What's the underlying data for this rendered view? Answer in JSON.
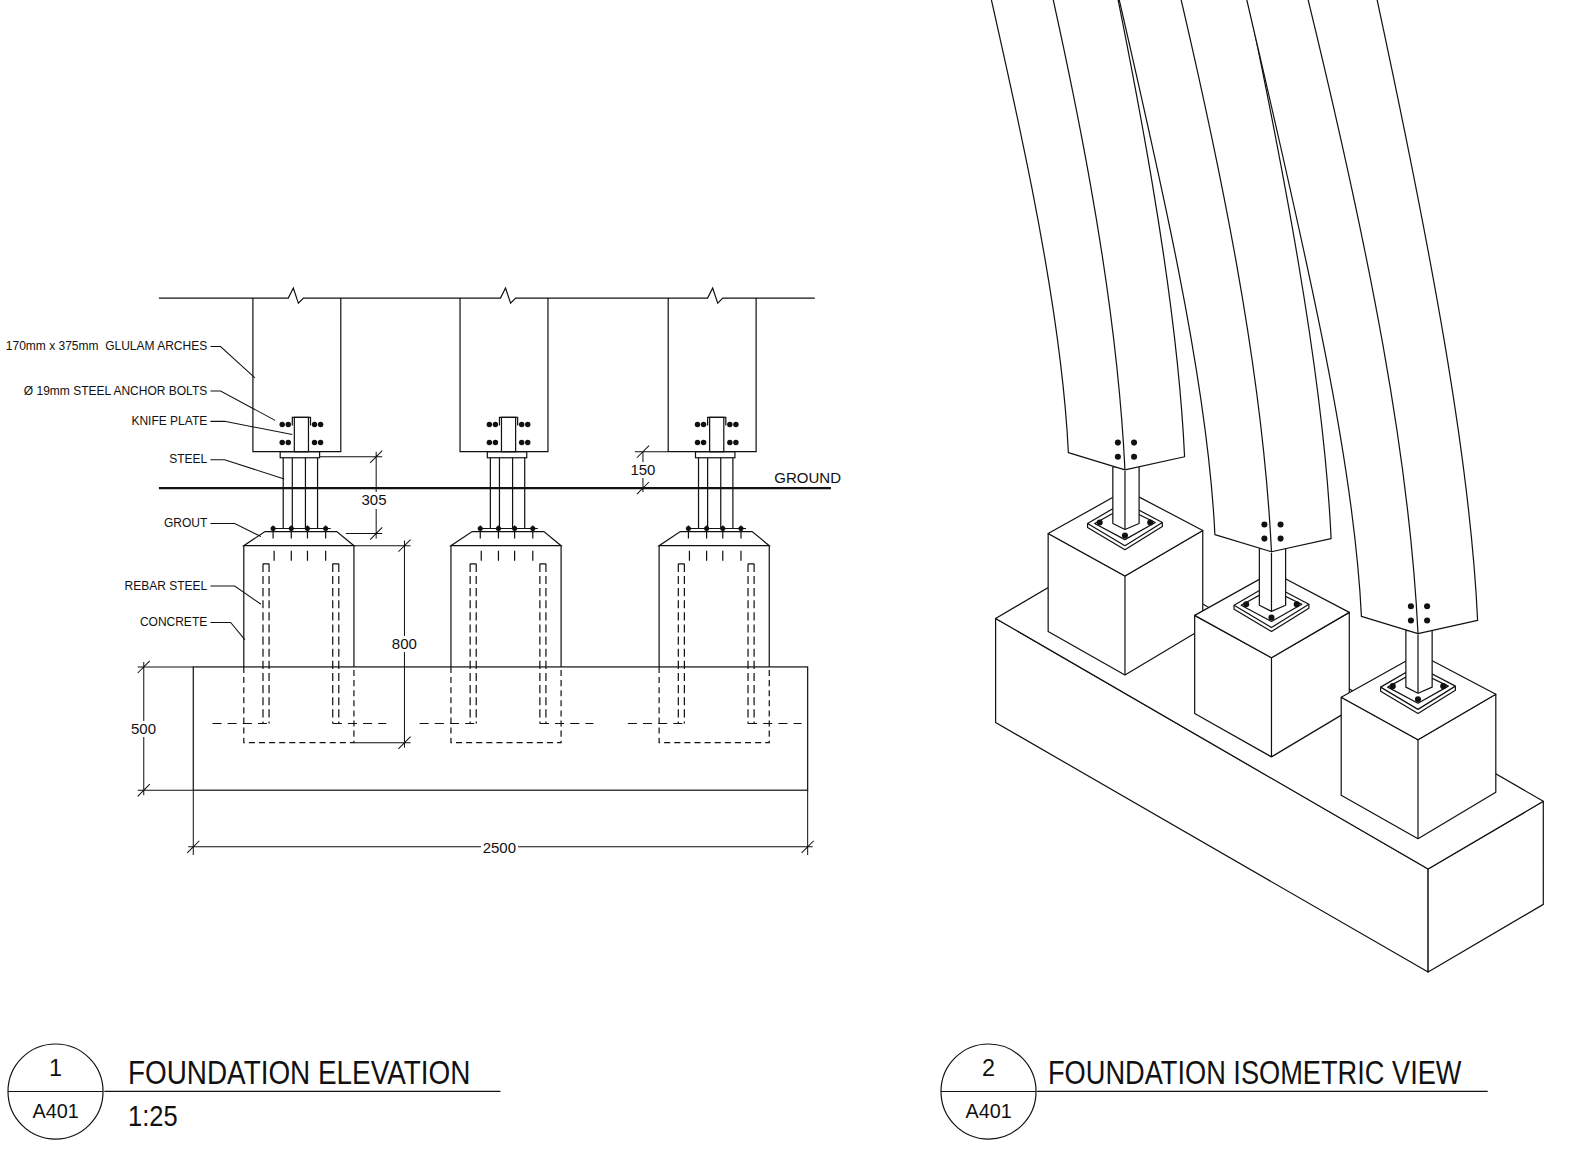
{
  "diagram": {
    "nodes": [
      {
        "text": [
          "1",
          "A401"
        ]
      },
      {
        "text": [
          "2",
          "A401"
        ]
      }
    ],
    "labels": [
      "170mm x 375mm  GLULAM ARCHES",
      "Ø 19mm STEEL ANCHOR BOLTS",
      "KNIFE PLATE",
      "STEEL",
      "150",
      "GROUND",
      "305",
      "GROUT",
      "REBAR STEEL",
      "CONCRETE",
      "800",
      "500",
      "2500",
      "FOUNDATION ELEVATION",
      "1:25",
      "FOUNDATION ISOMETRIC VIEW"
    ]
  }
}
